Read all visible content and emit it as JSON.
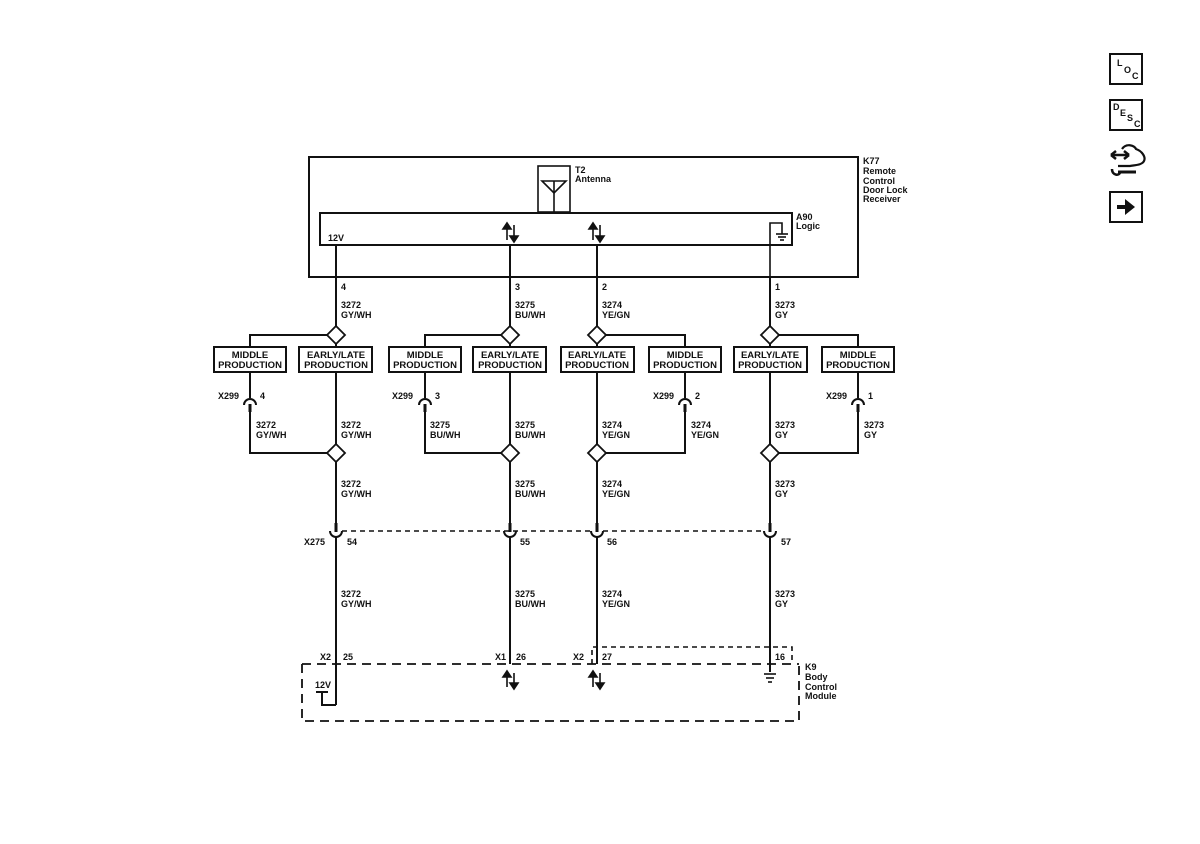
{
  "toolbar": {
    "loc": {
      "letters": [
        "L",
        "O",
        "C"
      ]
    },
    "desc": {
      "letters": [
        "D",
        "E",
        "S",
        "C"
      ]
    },
    "connector_icon": "connector-wrench-icon",
    "next_icon": "arrow-right-icon"
  },
  "k77": {
    "id": "K77",
    "name_lines": [
      "Remote",
      "Control",
      "Door Lock",
      "Receiver"
    ],
    "antenna": {
      "id": "T2",
      "name": "Antenna"
    },
    "logic": {
      "id": "A90",
      "name": "Logic",
      "supply": "12V"
    },
    "pins": [
      "4",
      "3",
      "2",
      "1"
    ]
  },
  "circuits": [
    {
      "pin": "4",
      "circuit": "3272",
      "color": "GY/WH",
      "x299_pin": "4",
      "x275_pin": "54",
      "bcm_conn": "X2",
      "bcm_pin": "25",
      "left_box": "MIDDLE PRODUCTION",
      "right_box": "EARLY/LATE PRODUCTION",
      "order": "middle-first"
    },
    {
      "pin": "3",
      "circuit": "3275",
      "color": "BU/WH",
      "x299_pin": "3",
      "x275_pin": "55",
      "bcm_conn": "X1",
      "bcm_pin": "26",
      "left_box": "MIDDLE PRODUCTION",
      "right_box": "EARLY/LATE PRODUCTION",
      "order": "middle-first"
    },
    {
      "pin": "2",
      "circuit": "3274",
      "color": "YE/GN",
      "x299_pin": "2",
      "x275_pin": "56",
      "bcm_conn": "X2",
      "bcm_pin": "27",
      "left_box": "EARLY/LATE PRODUCTION",
      "right_box": "MIDDLE PRODUCTION",
      "order": "early-first"
    },
    {
      "pin": "1",
      "circuit": "3273",
      "color": "GY",
      "x299_pin": "1",
      "x275_pin": "57",
      "bcm_conn": "",
      "bcm_pin": "16",
      "left_box": "EARLY/LATE PRODUCTION",
      "right_box": "MIDDLE PRODUCTION",
      "order": "early-first"
    }
  ],
  "labels": {
    "middle_line1": "MIDDLE",
    "early_line1": "EARLY/LATE",
    "production": "PRODUCTION",
    "x299": "X299",
    "x275": "X275",
    "twelve_v": "12V"
  },
  "k9": {
    "id": "K9",
    "name_lines": [
      "Body",
      "Control",
      "Module"
    ],
    "supply": "12V"
  }
}
